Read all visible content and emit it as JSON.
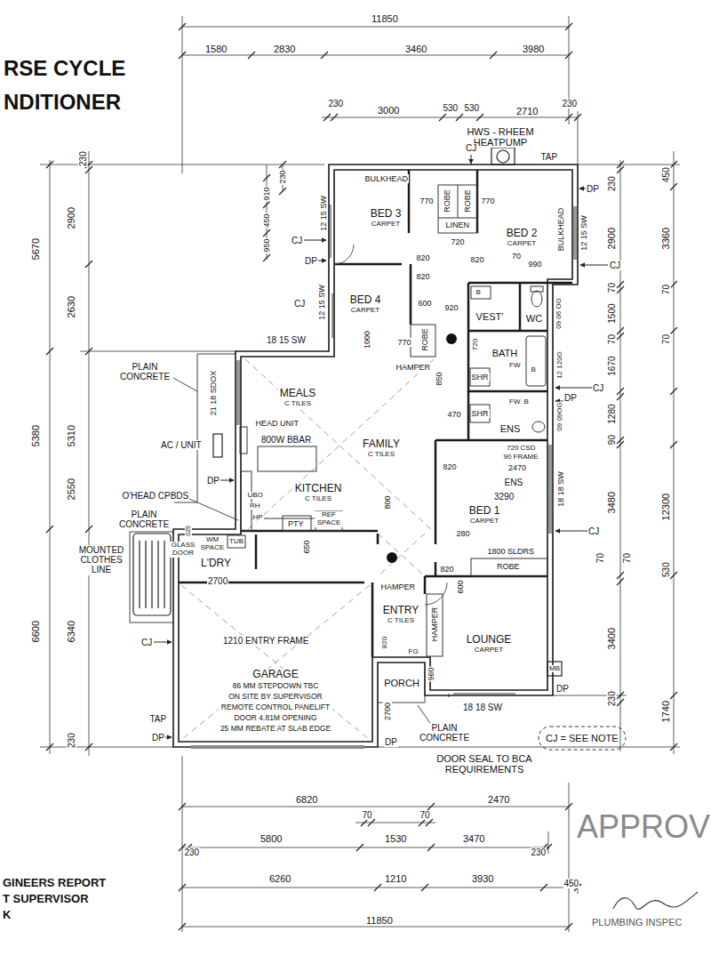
{
  "diagram": {
    "title": "RSE CYCLE NDITIONER",
    "nodes": [
      {
        "text": [
          "BED 3",
          "CARPET"
        ]
      },
      {
        "text": [
          "BED 2",
          "CARPET"
        ]
      },
      {
        "text": [
          "BED 4",
          "CARPET"
        ]
      },
      {
        "text": [
          "VEST'"
        ]
      },
      {
        "text": [
          "WC"
        ]
      },
      {
        "text": [
          "BATH"
        ]
      },
      {
        "text": [
          "ENS"
        ]
      },
      {
        "text": [
          "MEALS",
          "C TILES"
        ]
      },
      {
        "text": [
          "FAMILY",
          "C TILES"
        ]
      },
      {
        "text": [
          "KITCHEN",
          "C TILES"
        ]
      },
      {
        "text": [
          "L'DRY"
        ]
      },
      {
        "text": [
          "GARAGE",
          "86 MM STEPDOWN TBC",
          "ON SITE BY SUPERVISOR",
          "REMOTE CONTROL PANELIFT",
          "DOOR 4.81M OPENING",
          "25 MM REBATE AT SLAB EDGE"
        ]
      },
      {
        "text": [
          "ENTRY",
          "C TILES"
        ]
      },
      {
        "text": [
          "BED 1",
          "CARPET"
        ]
      },
      {
        "text": [
          "LOUNGE",
          "CARPET"
        ]
      },
      {
        "text": [
          "PORCH"
        ]
      }
    ],
    "labels": [
      "11850",
      "1580",
      "2830",
      "3460",
      "3980",
      "230",
      "3000",
      "530",
      "530",
      "2710",
      "230",
      "HWS - RHEEM HEATPUMP",
      "CJ",
      "TAP",
      "DP",
      "230",
      "450",
      "2900",
      "3360",
      "CJ",
      "70",
      "70",
      "1500",
      "70",
      "70",
      "1670",
      "CJ",
      "DP",
      "1280",
      "90",
      "3480",
      "12300",
      "CJ",
      "70",
      "70",
      "530",
      "3400",
      "MB",
      "DP",
      "230",
      "1740",
      "230",
      "2900",
      "5670",
      "2630",
      "5380",
      "5310",
      "2550",
      "6600",
      "6340",
      "230",
      "230",
      "910",
      "450",
      "950",
      "CJ",
      "DP",
      "12 15 SW",
      "CJ",
      "12 15 SW",
      "18 15 SW",
      "PLAIN CONCRETE",
      "21 18 SDOX",
      "AC / UNIT",
      "DP",
      "O'HEAD CPBDS",
      "PLAIN CONCRETE",
      "MOUNTED CLOTHES LINE",
      "CJ",
      "TAP",
      "DP",
      "BULKHEAD",
      "770",
      "ROBE",
      "ROBE",
      "770",
      "LINEN",
      "720",
      "BULKHEAD",
      "12 15 SW",
      "820",
      "820",
      "70",
      "990",
      "820",
      "B",
      "600",
      "920",
      "09 06 OG",
      "1000",
      "770",
      "ROBE",
      "720",
      "HAMPER",
      "FW",
      "B",
      "12 120G",
      "850",
      "SHR",
      "B",
      "FW",
      "09 09OG",
      "470",
      "SHR",
      "HEAD UNIT",
      "800W BBAR",
      "720 CSD",
      "90 FRAME",
      "820",
      "2470",
      "ENS",
      "3290",
      "UBO",
      "RH",
      "HP",
      "PTY",
      "REF SPACE",
      "18 18 SW",
      "800",
      "280",
      "029",
      "GLASS DOOR",
      "WM SPACE",
      "TUB",
      "650",
      "1800 SLDRS",
      "ROBE",
      "820",
      "2700",
      "HAMPER",
      "600",
      "HAMPER",
      "1210 ENTRY FRAME",
      "820",
      "FG",
      "960",
      "2700",
      "PLAIN CONCRETE",
      "18 18 SW",
      "DP",
      "DOOR SEAL TO BCA REQUIREMENTS",
      "CJ = SEE NOTE",
      "6820",
      "2470",
      "70",
      "70",
      "5800",
      "1530",
      "3470",
      "230",
      "230",
      "6260",
      "1210",
      "3930",
      "450",
      "11850",
      "GINEERS REPORT",
      "T SUPERVISOR",
      "K",
      "APPROV",
      "PLUMBING INSPEC"
    ]
  }
}
